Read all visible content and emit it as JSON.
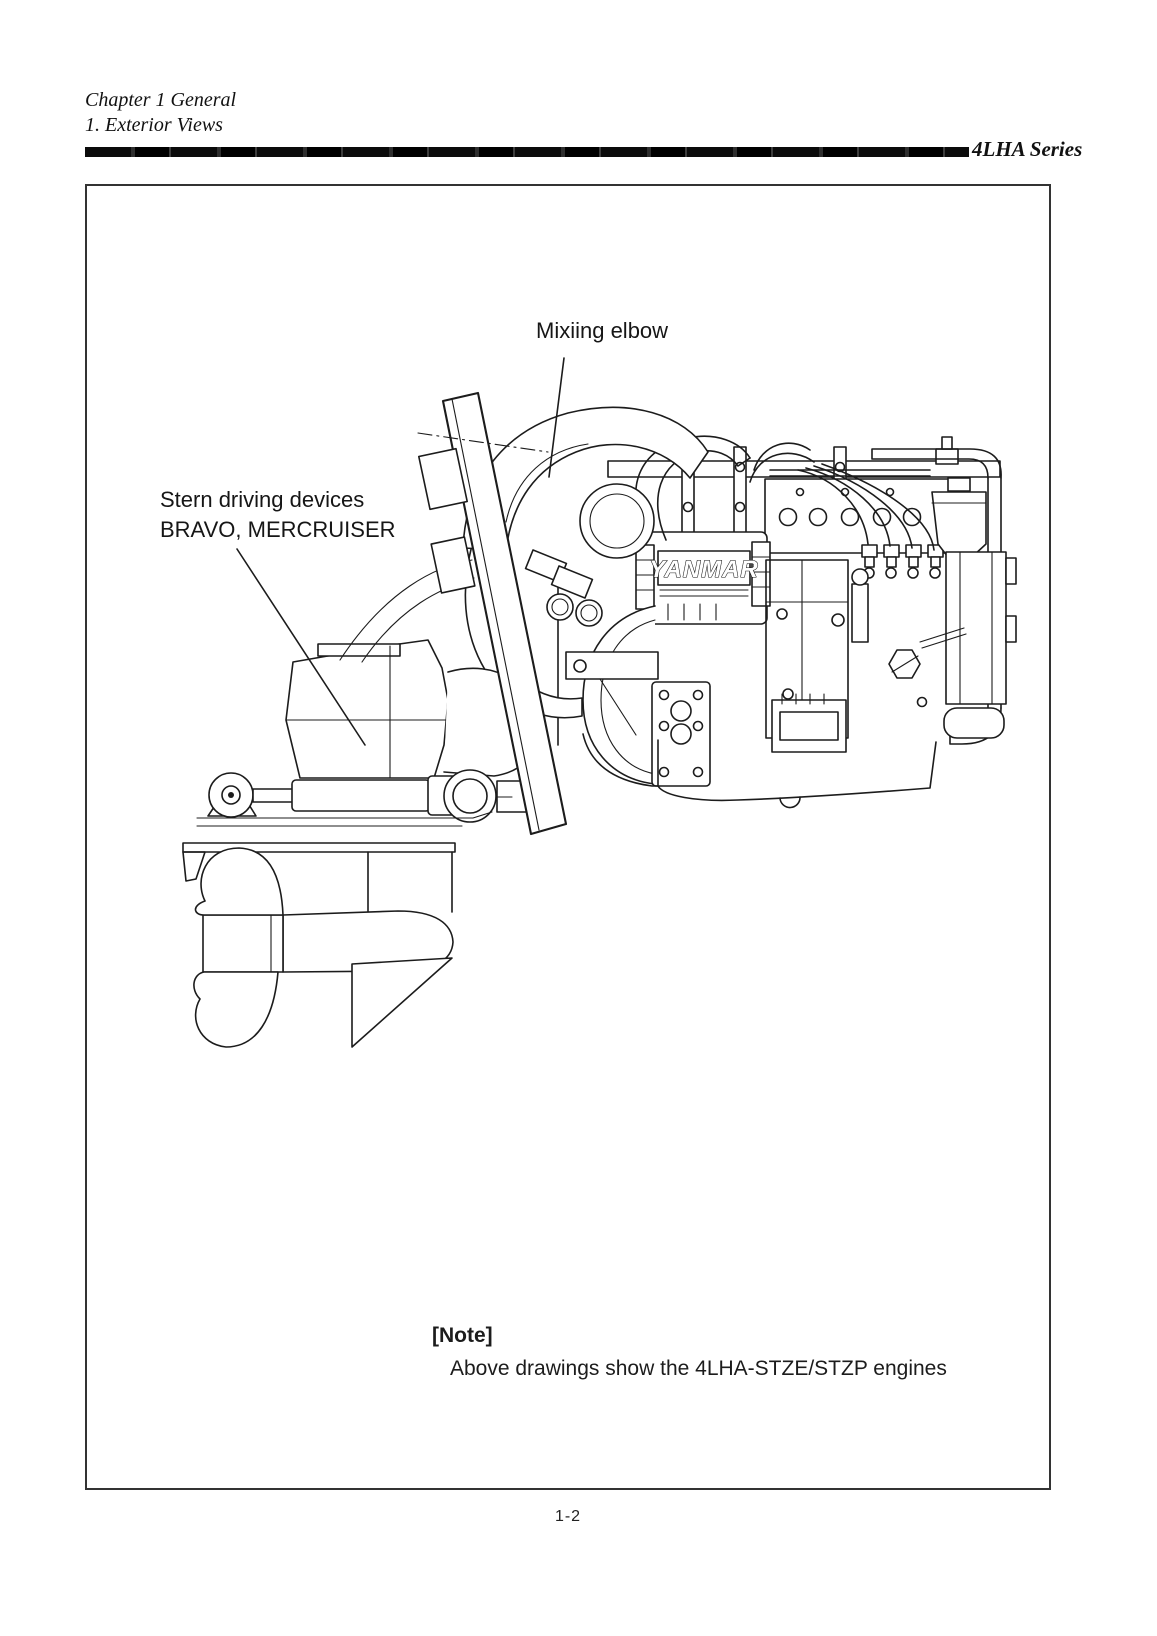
{
  "header": {
    "chapter_line": "Chapter 1 General",
    "section_line": "1. Exterior Views",
    "series_label": "4LHA Series"
  },
  "figure": {
    "label_mixing_elbow": "Mixiing elbow",
    "label_stern_line1": "Stern driving devices",
    "label_stern_line2": "BRAVO, MERCRUISER",
    "engine_logo": "YANMAR",
    "note_title": "[Note]",
    "note_body": "Above drawings show the 4LHA-STZE/STZP engines"
  },
  "footer": {
    "page_number": "1-2"
  },
  "colors": {
    "ink": "#1c1c1c",
    "paper": "#ffffff"
  }
}
